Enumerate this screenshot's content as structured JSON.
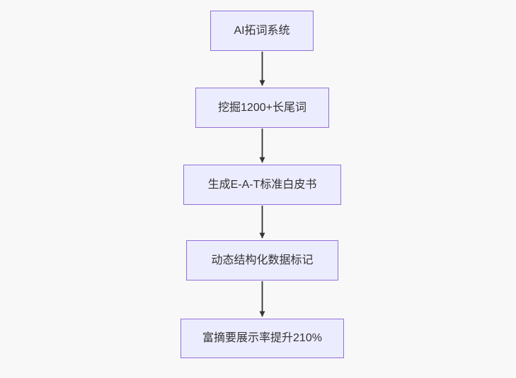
{
  "diagram": {
    "type": "flowchart",
    "direction": "top-down",
    "background_color": "#f8f8f8",
    "node_fill_color": "#ececff",
    "node_border_color": "#9370db",
    "node_text_color": "#333333",
    "edge_color": "#333333",
    "nodes": [
      {
        "label": "AI拓词系统"
      },
      {
        "label": "挖掘1200+长尾词"
      },
      {
        "label": "生成E-A-T标准白皮书"
      },
      {
        "label": "动态结构化数据标记"
      },
      {
        "label": "富摘要展示率提升210%"
      }
    ],
    "edges": [
      {
        "from": "AI拓词系统",
        "to": "挖掘1200+长尾词"
      },
      {
        "from": "挖掘1200+长尾词",
        "to": "生成E-A-T标准白皮书"
      },
      {
        "from": "生成E-A-T标准白皮书",
        "to": "动态结构化数据标记"
      },
      {
        "from": "动态结构化数据标记",
        "to": "富摘要展示率提升210%"
      }
    ]
  }
}
